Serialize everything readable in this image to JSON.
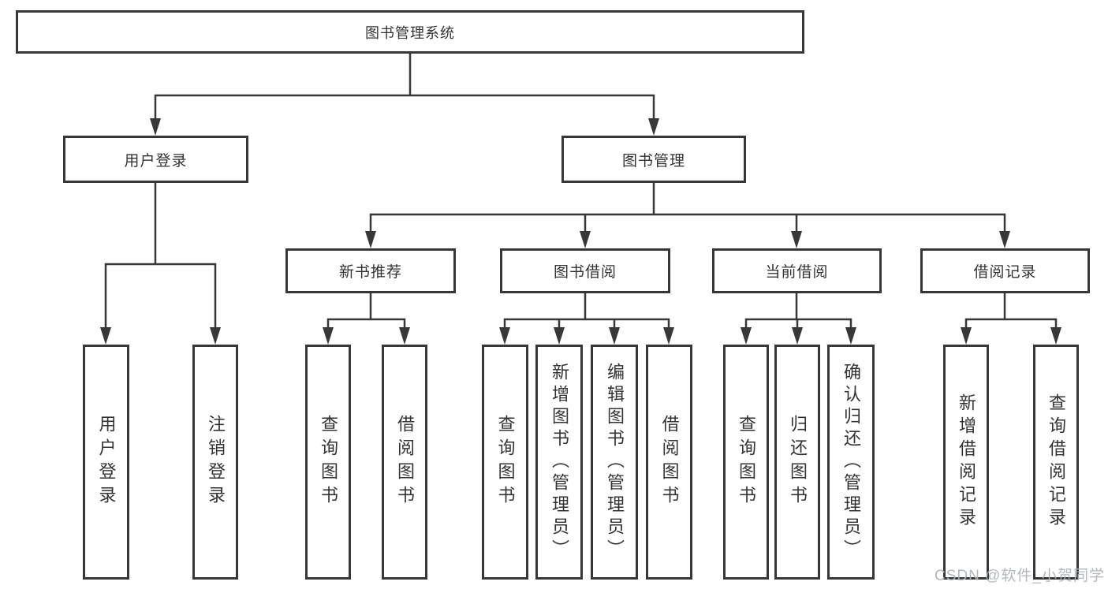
{
  "diagram": {
    "root": {
      "label": "图书管理系统",
      "children": [
        {
          "label": "用户登录",
          "children": [
            {
              "label": "用户登录"
            },
            {
              "label": "注销登录"
            }
          ]
        },
        {
          "label": "图书管理",
          "children": [
            {
              "label": "新书推荐",
              "children": [
                {
                  "label": "查询图书"
                },
                {
                  "label": "借阅图书"
                }
              ]
            },
            {
              "label": "图书借阅",
              "children": [
                {
                  "label": "查询图书"
                },
                {
                  "label": "新增图书（管理员）"
                },
                {
                  "label": "编辑图书（管理员）"
                },
                {
                  "label": "借阅图书"
                }
              ]
            },
            {
              "label": "当前借阅",
              "children": [
                {
                  "label": "查询图书"
                },
                {
                  "label": "归还图书"
                },
                {
                  "label": "确认归还（管理员）"
                }
              ]
            },
            {
              "label": "借阅记录",
              "children": [
                {
                  "label": "新增借阅记录"
                },
                {
                  "label": "查询借阅记录"
                }
              ]
            }
          ]
        }
      ]
    },
    "colors": {
      "box_border": "#373737",
      "line": "#383838",
      "text": "#333333",
      "background": "#ffffff",
      "watermark": "#afb4bb"
    }
  },
  "watermark": "CSDN @软件_小贺同学"
}
